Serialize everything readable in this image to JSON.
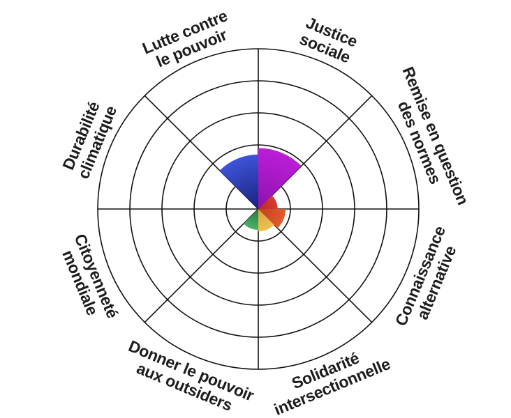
{
  "chart_data": {
    "type": "polar_area",
    "title": "",
    "rings": 5,
    "max_value": 5,
    "start_angle_deg": 0,
    "direction": "clockwise",
    "grid_color": "#111111",
    "background": "#ffffff",
    "label_color": "#1c1c1c",
    "legend": "none",
    "sectors": [
      {
        "label": "Justice sociale",
        "lines": [
          "Justice",
          "sociale"
        ],
        "value": 1.9,
        "color": "#bb1ed7",
        "color_inner": "#8d12ad"
      },
      {
        "label": "Remise en question des normes",
        "lines": [
          "Remise en question",
          "des normes"
        ],
        "value": 0.6,
        "color": "#db3a30",
        "color_inner": "#b52a24"
      },
      {
        "label": "Connaissance alternative",
        "lines": [
          "Connaissance",
          "alternative"
        ],
        "value": 0.85,
        "color": "#e25b2d",
        "color_inner": "#bf3f1f"
      },
      {
        "label": "Solidarité intersectionnelle",
        "lines": [
          "Solidarité",
          "intersectionnelle"
        ],
        "value": 0.7,
        "color": "#edc255",
        "color_inner": "#d9a23a"
      },
      {
        "label": "Donner le pouvoir aux outsiders",
        "lines": [
          "Donner le pouvoir",
          "aux outsiders"
        ],
        "value": 0.65,
        "color": "#4db169",
        "color_inner": "#1e7a41"
      },
      {
        "label": "Citoyenneté mondiale",
        "lines": [
          "Citoyenneté",
          "mondiale"
        ],
        "value": 0,
        "color": "#888888",
        "color_inner": "#888888"
      },
      {
        "label": "Durabilité climatique",
        "lines": [
          "Durabilité",
          "climatique"
        ],
        "value": 0,
        "color": "#888888",
        "color_inner": "#888888"
      },
      {
        "label": "Lutte contre le pouvoir",
        "lines": [
          "Lutte contre",
          "le pouvoir"
        ],
        "value": 1.7,
        "color": "#3e53d8",
        "color_inner": "#17227d"
      }
    ]
  }
}
